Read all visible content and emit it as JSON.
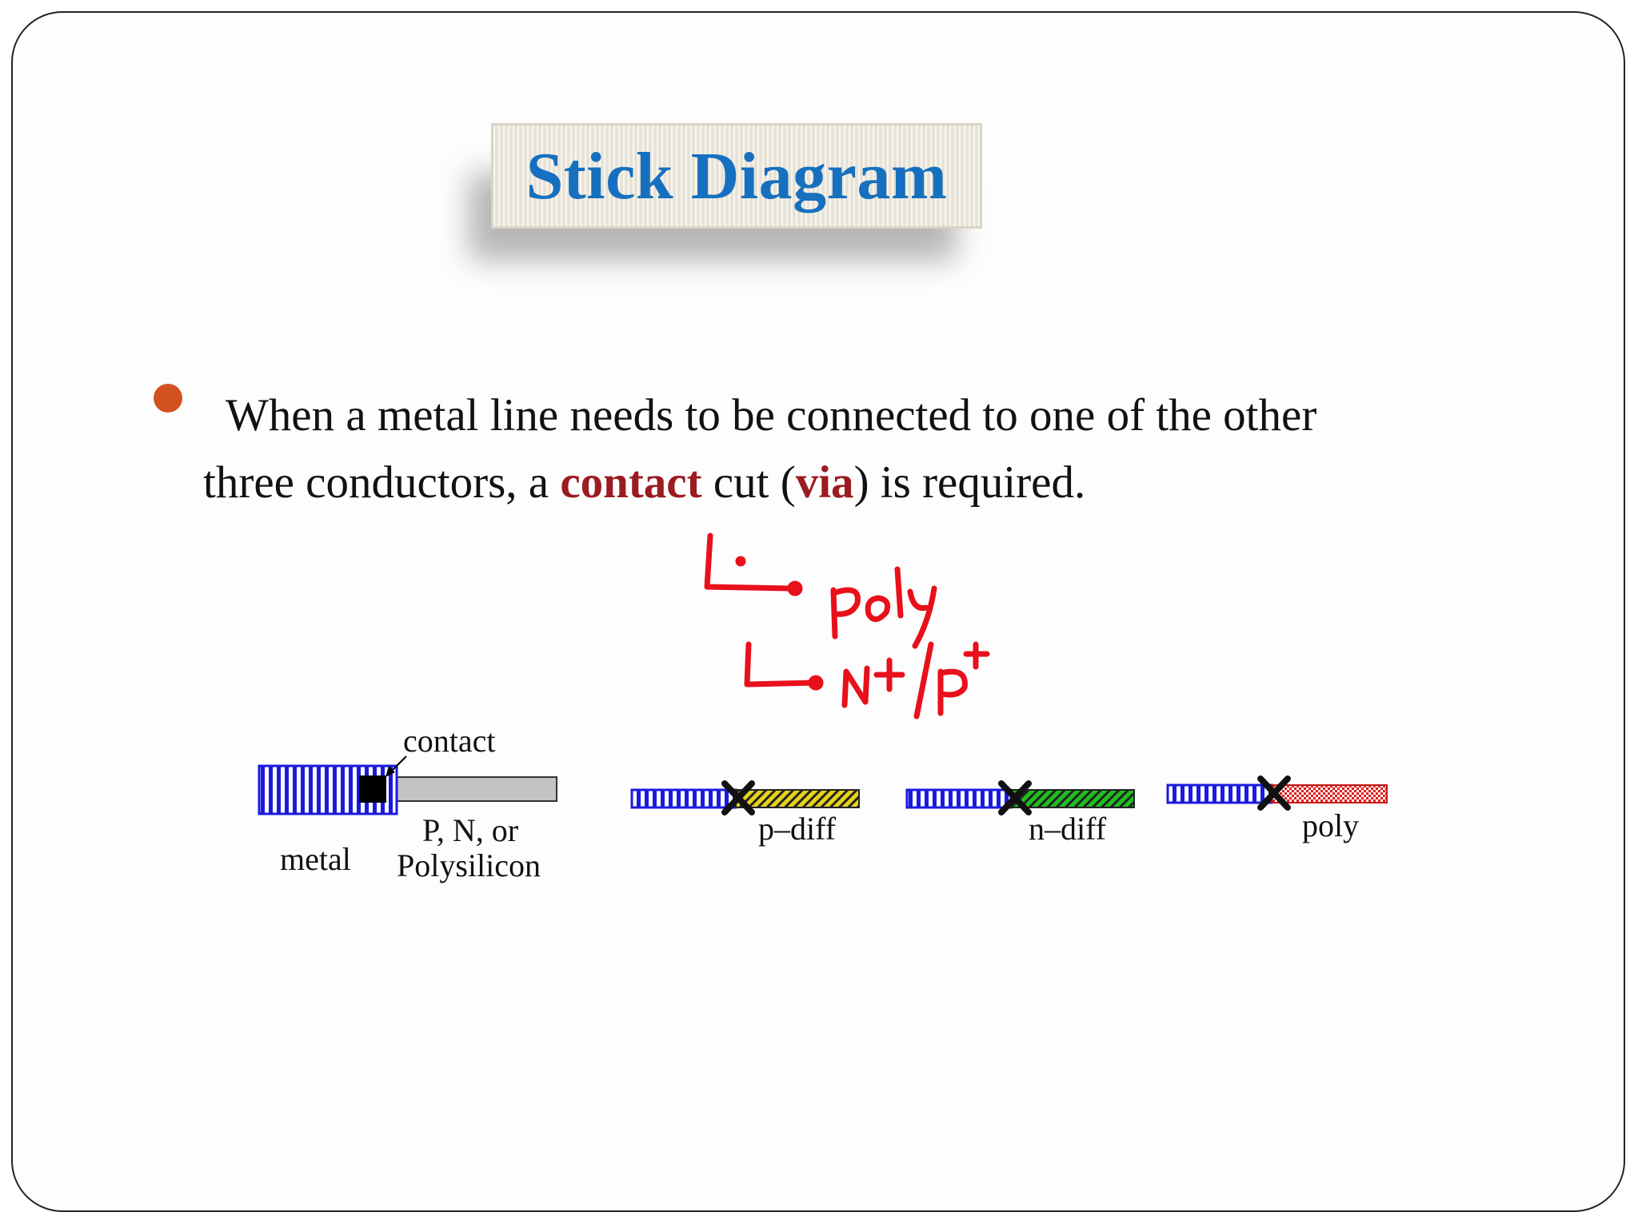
{
  "slide": {
    "title": "Stick Diagram",
    "bullet": {
      "text_before": "When a metal line needs to be connected to one of the other",
      "text_line2_start": "three conductors, a ",
      "contact_word": "contact",
      "text_mid": " cut (",
      "via_word": "via",
      "text_end": ") is required."
    },
    "annotation": {
      "handwriting_1": "poly",
      "handwriting_2": "N+/P+"
    },
    "diagram": {
      "contact_label": "contact",
      "metal_label": "metal",
      "conductor_label_1": "P, N, or",
      "conductor_label_2": "Polysilicon",
      "pdiff_label": "p–diff",
      "ndiff_label": "n–diff",
      "poly_label": "poly"
    },
    "colors": {
      "title": "#1670bf",
      "bullet": "#d3501f",
      "emphasis": "#9b1c20",
      "metal": "#1a1adf",
      "pdiff": "#e6d31a",
      "ndiff": "#1fbf1f",
      "poly": "#e0201e",
      "ink": "#e8101a"
    }
  }
}
